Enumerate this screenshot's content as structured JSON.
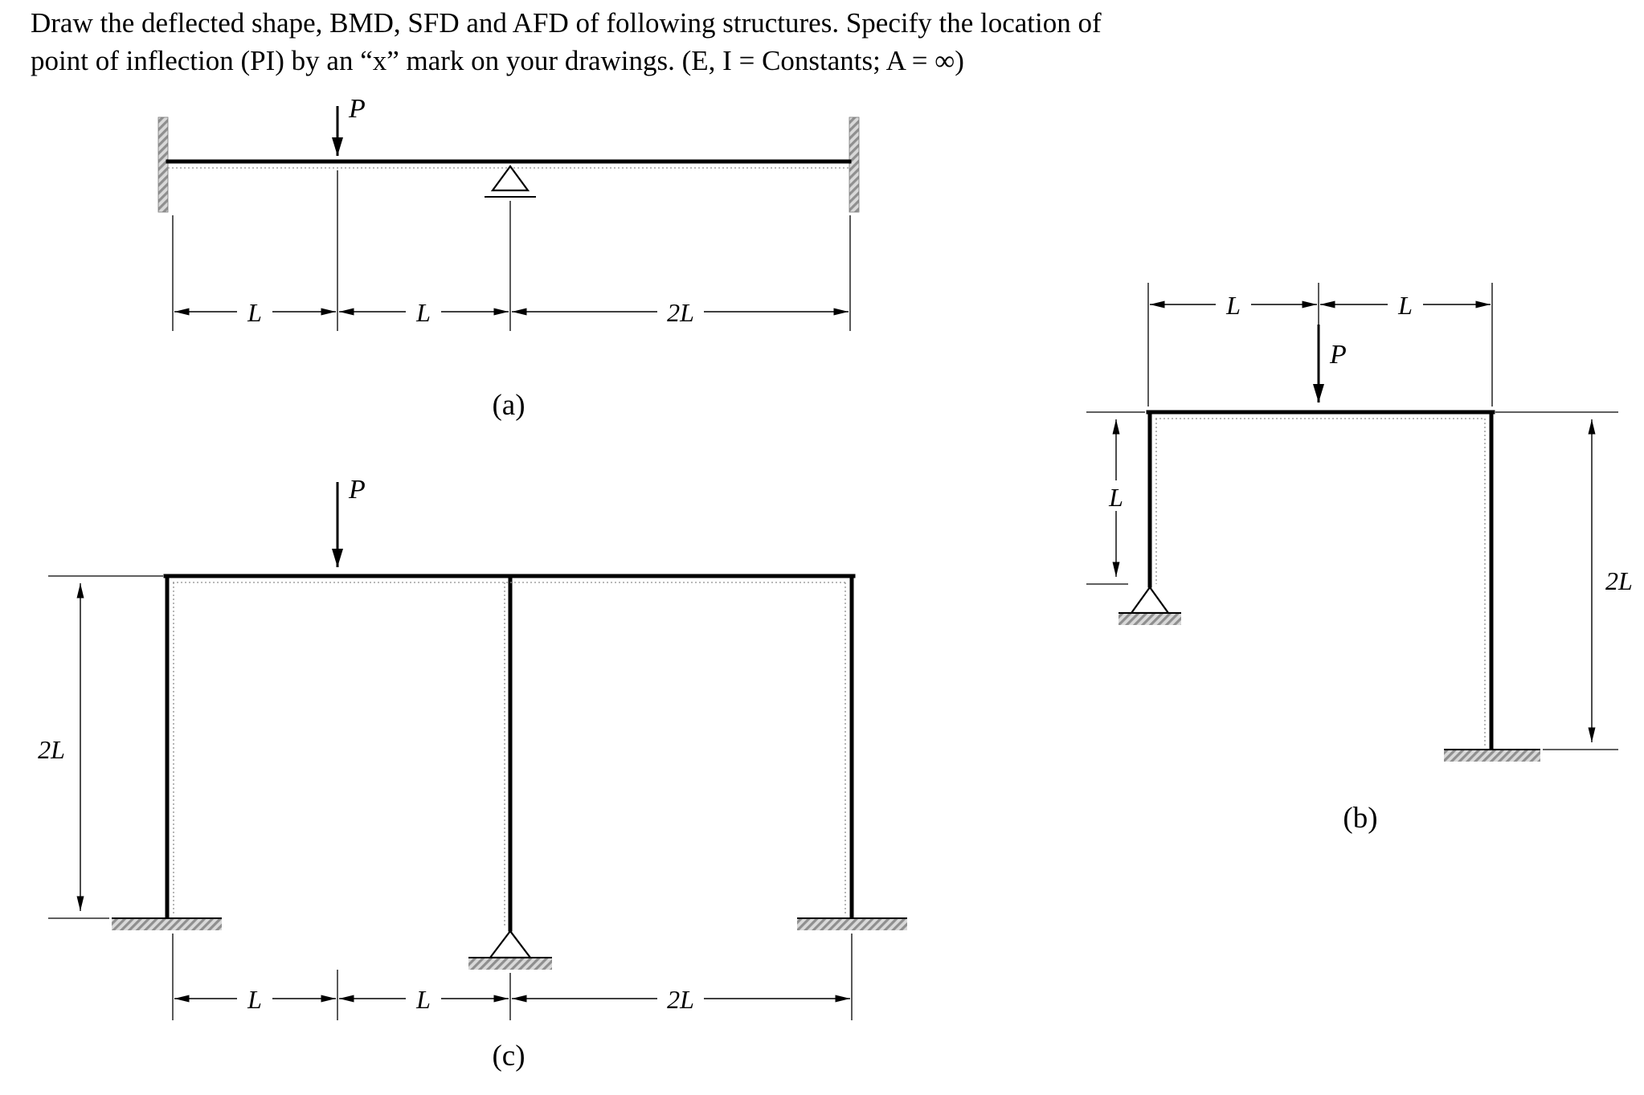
{
  "problem_statement": {
    "line1": "Draw the deflected shape, BMD, SFD and AFD of following structures. Specify the location of",
    "line2": "point of inflection (PI) by an “x” mark on your drawings. (E, I = Constants; A = ∞)"
  },
  "structure_a": {
    "caption": "(a)",
    "load_label": "P",
    "dims": [
      "L",
      "L",
      "2L"
    ]
  },
  "structure_b": {
    "caption": "(b)",
    "load_label": "P",
    "top_dims": [
      "L",
      "L"
    ],
    "left_height": "L",
    "right_height": "2L"
  },
  "structure_c": {
    "caption": "(c)",
    "load_label": "P",
    "left_height": "2L",
    "bottom_dims": [
      "L",
      "L",
      "2L"
    ]
  }
}
